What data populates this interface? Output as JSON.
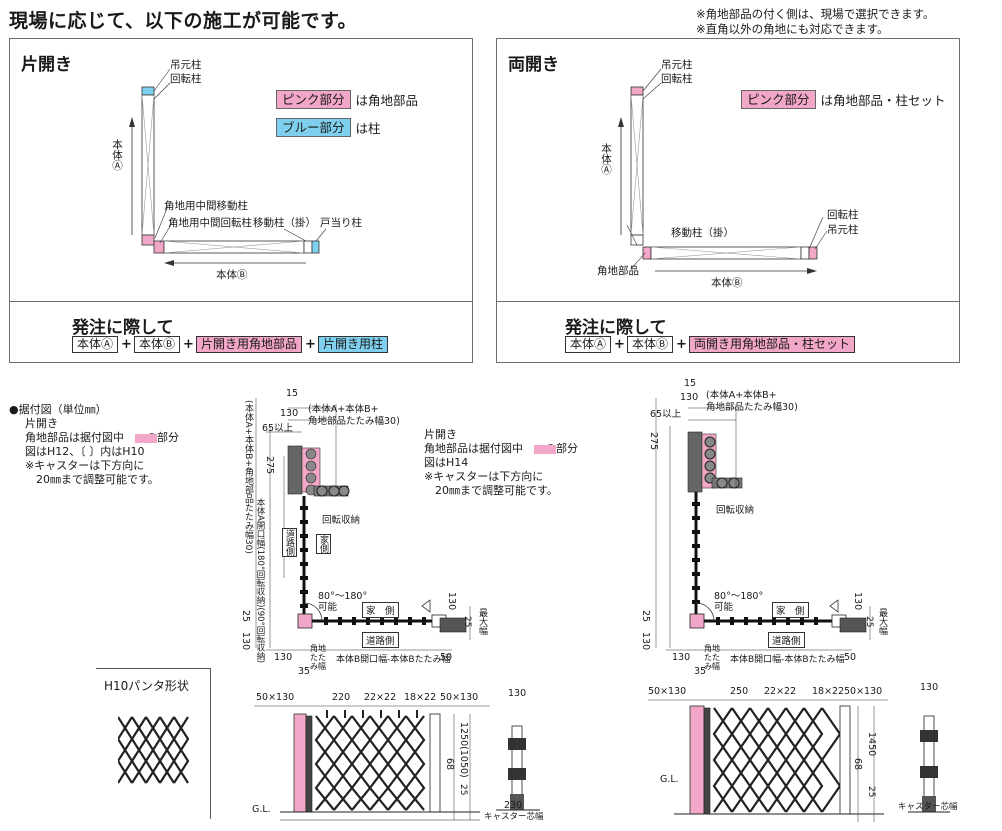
{
  "heading": "現場に応じて、以下の施工が可能です。",
  "notes": [
    "※角地部品の付く側は、現場で選択できます。",
    "※直角以外の角地にも対応できます。"
  ],
  "left_panel": {
    "title": "片開き",
    "labels": {
      "fixed_post": "吊元柱",
      "rotating_post": "回転柱",
      "corner_middle_moving": "角地用中間移動柱",
      "corner_middle_rotating": "角地用中間回転柱",
      "moving_post": "移動柱（掛）",
      "door_stop_post": "戸当り柱",
      "body_a": "本体Ⓐ",
      "body_b": "本体Ⓑ"
    },
    "legend": [
      {
        "chip": "ピンク部分",
        "text": "は角地部品",
        "color": "#f2a6c8"
      },
      {
        "chip": "ブルー部分",
        "text": "は柱",
        "color": "#7fd0ef"
      }
    ],
    "order_title": "発注に際して",
    "order_items": [
      {
        "label": "本体Ⓐ",
        "style": "plain"
      },
      {
        "label": "本体Ⓑ",
        "style": "plain"
      },
      {
        "label": "片開き用角地部品",
        "style": "pink"
      },
      {
        "label": "片開き用柱",
        "style": "blue"
      }
    ]
  },
  "right_panel": {
    "title": "両開き",
    "labels": {
      "fixed_post": "吊元柱",
      "rotating_post": "回転柱",
      "moving_post": "移動柱（掛）",
      "corner_parts": "角地部品",
      "rotating_post_2": "回転柱",
      "fixed_post_2": "吊元柱",
      "body_a": "本体Ⓐ",
      "body_b": "本体Ⓑ"
    },
    "legend": [
      {
        "chip": "ピンク部分",
        "text": "は角地部品・柱セット",
        "color": "#f2a6c8"
      }
    ],
    "order_title": "発注に際して",
    "order_items": [
      {
        "label": "本体Ⓐ",
        "style": "plain"
      },
      {
        "label": "本体Ⓑ",
        "style": "plain"
      },
      {
        "label": "両開き用角地部品・柱セット",
        "style": "pink"
      }
    ]
  },
  "install_notes_left": {
    "title": "●据付図（単位㎜）",
    "lines": [
      "片開き",
      "角地部品は据付図中　　の部分",
      "図はH12、〔 〕内はH10",
      "※キャスターは下方向に",
      "　20㎜まで調整可能です。"
    ]
  },
  "install_notes_right": {
    "lines": [
      "片開き",
      "角地部品は据付図中　　の部分",
      "図はH14",
      "※キャスターは下方向に",
      "　20㎜まで調整可能です。"
    ]
  },
  "plan_left": {
    "dims": {
      "d15": "15",
      "d130": "130",
      "d65": "65以上",
      "d275": "275",
      "d25": "25",
      "d130b": "130",
      "d80": "80°～180°",
      "possible": "可能",
      "d130c": "130",
      "d35": "35",
      "d50": "50",
      "d25r": "25",
      "d130r": "130",
      "max": "最大幅"
    },
    "texts": {
      "top_note": "(本体A+本体B+\n角地部品たたみ幅30)",
      "vert_note": "(本体A+本体B+角地部品たたみ幅30)",
      "rotate_store": "回転収納",
      "house_side": "家　側",
      "road_side": "道路側",
      "road_side_v": "道路側",
      "house_side_v": "家側",
      "bottom_label": "本体B開口幅-本体Bたたみ幅",
      "corner_fold": "角地たたみ幅",
      "body_a_open": "本体A開口幅(180°回転収納)(90°回転収納)"
    }
  },
  "plan_right": {
    "dims": {
      "d15": "15",
      "d130": "130",
      "d65": "65以上",
      "d275": "275",
      "d25": "25",
      "d130b": "130",
      "d80": "80°～180°",
      "possible": "可能",
      "d130c": "130",
      "d35": "35",
      "d50": "50",
      "d25r": "25",
      "d130r": "130",
      "max": "最大幅"
    },
    "texts": {
      "top_note": "(本体A+本体B+\n角地部品たたみ幅30)",
      "rotate_store": "回転収納",
      "house_side": "家　側",
      "road_side": "道路側",
      "bottom_label": "本体B開口幅-本体Bたたみ幅",
      "corner_fold": "角地たたみ幅"
    }
  },
  "pantograph": {
    "title": "H10パンタ形状"
  },
  "elev_left": {
    "dims": [
      "50×130",
      "220",
      "22×22",
      "18×22",
      "50×130"
    ],
    "side_dims": [
      "68",
      "1250(1050)",
      "25"
    ],
    "gl": "G.L.",
    "caster": "キャスター芯幅",
    "side_top": "130",
    "side_bottom": "230"
  },
  "elev_right": {
    "dims": [
      "50×130",
      "250",
      "22×22",
      "18×22",
      "50×130"
    ],
    "side_dims": [
      "68",
      "1450",
      "25"
    ],
    "gl": "G.L.",
    "caster": "キャスター芯幅",
    "side_top": "130"
  },
  "colors": {
    "pink": "#f2a6c8",
    "blue": "#7fd0ef",
    "line": "#333333"
  }
}
